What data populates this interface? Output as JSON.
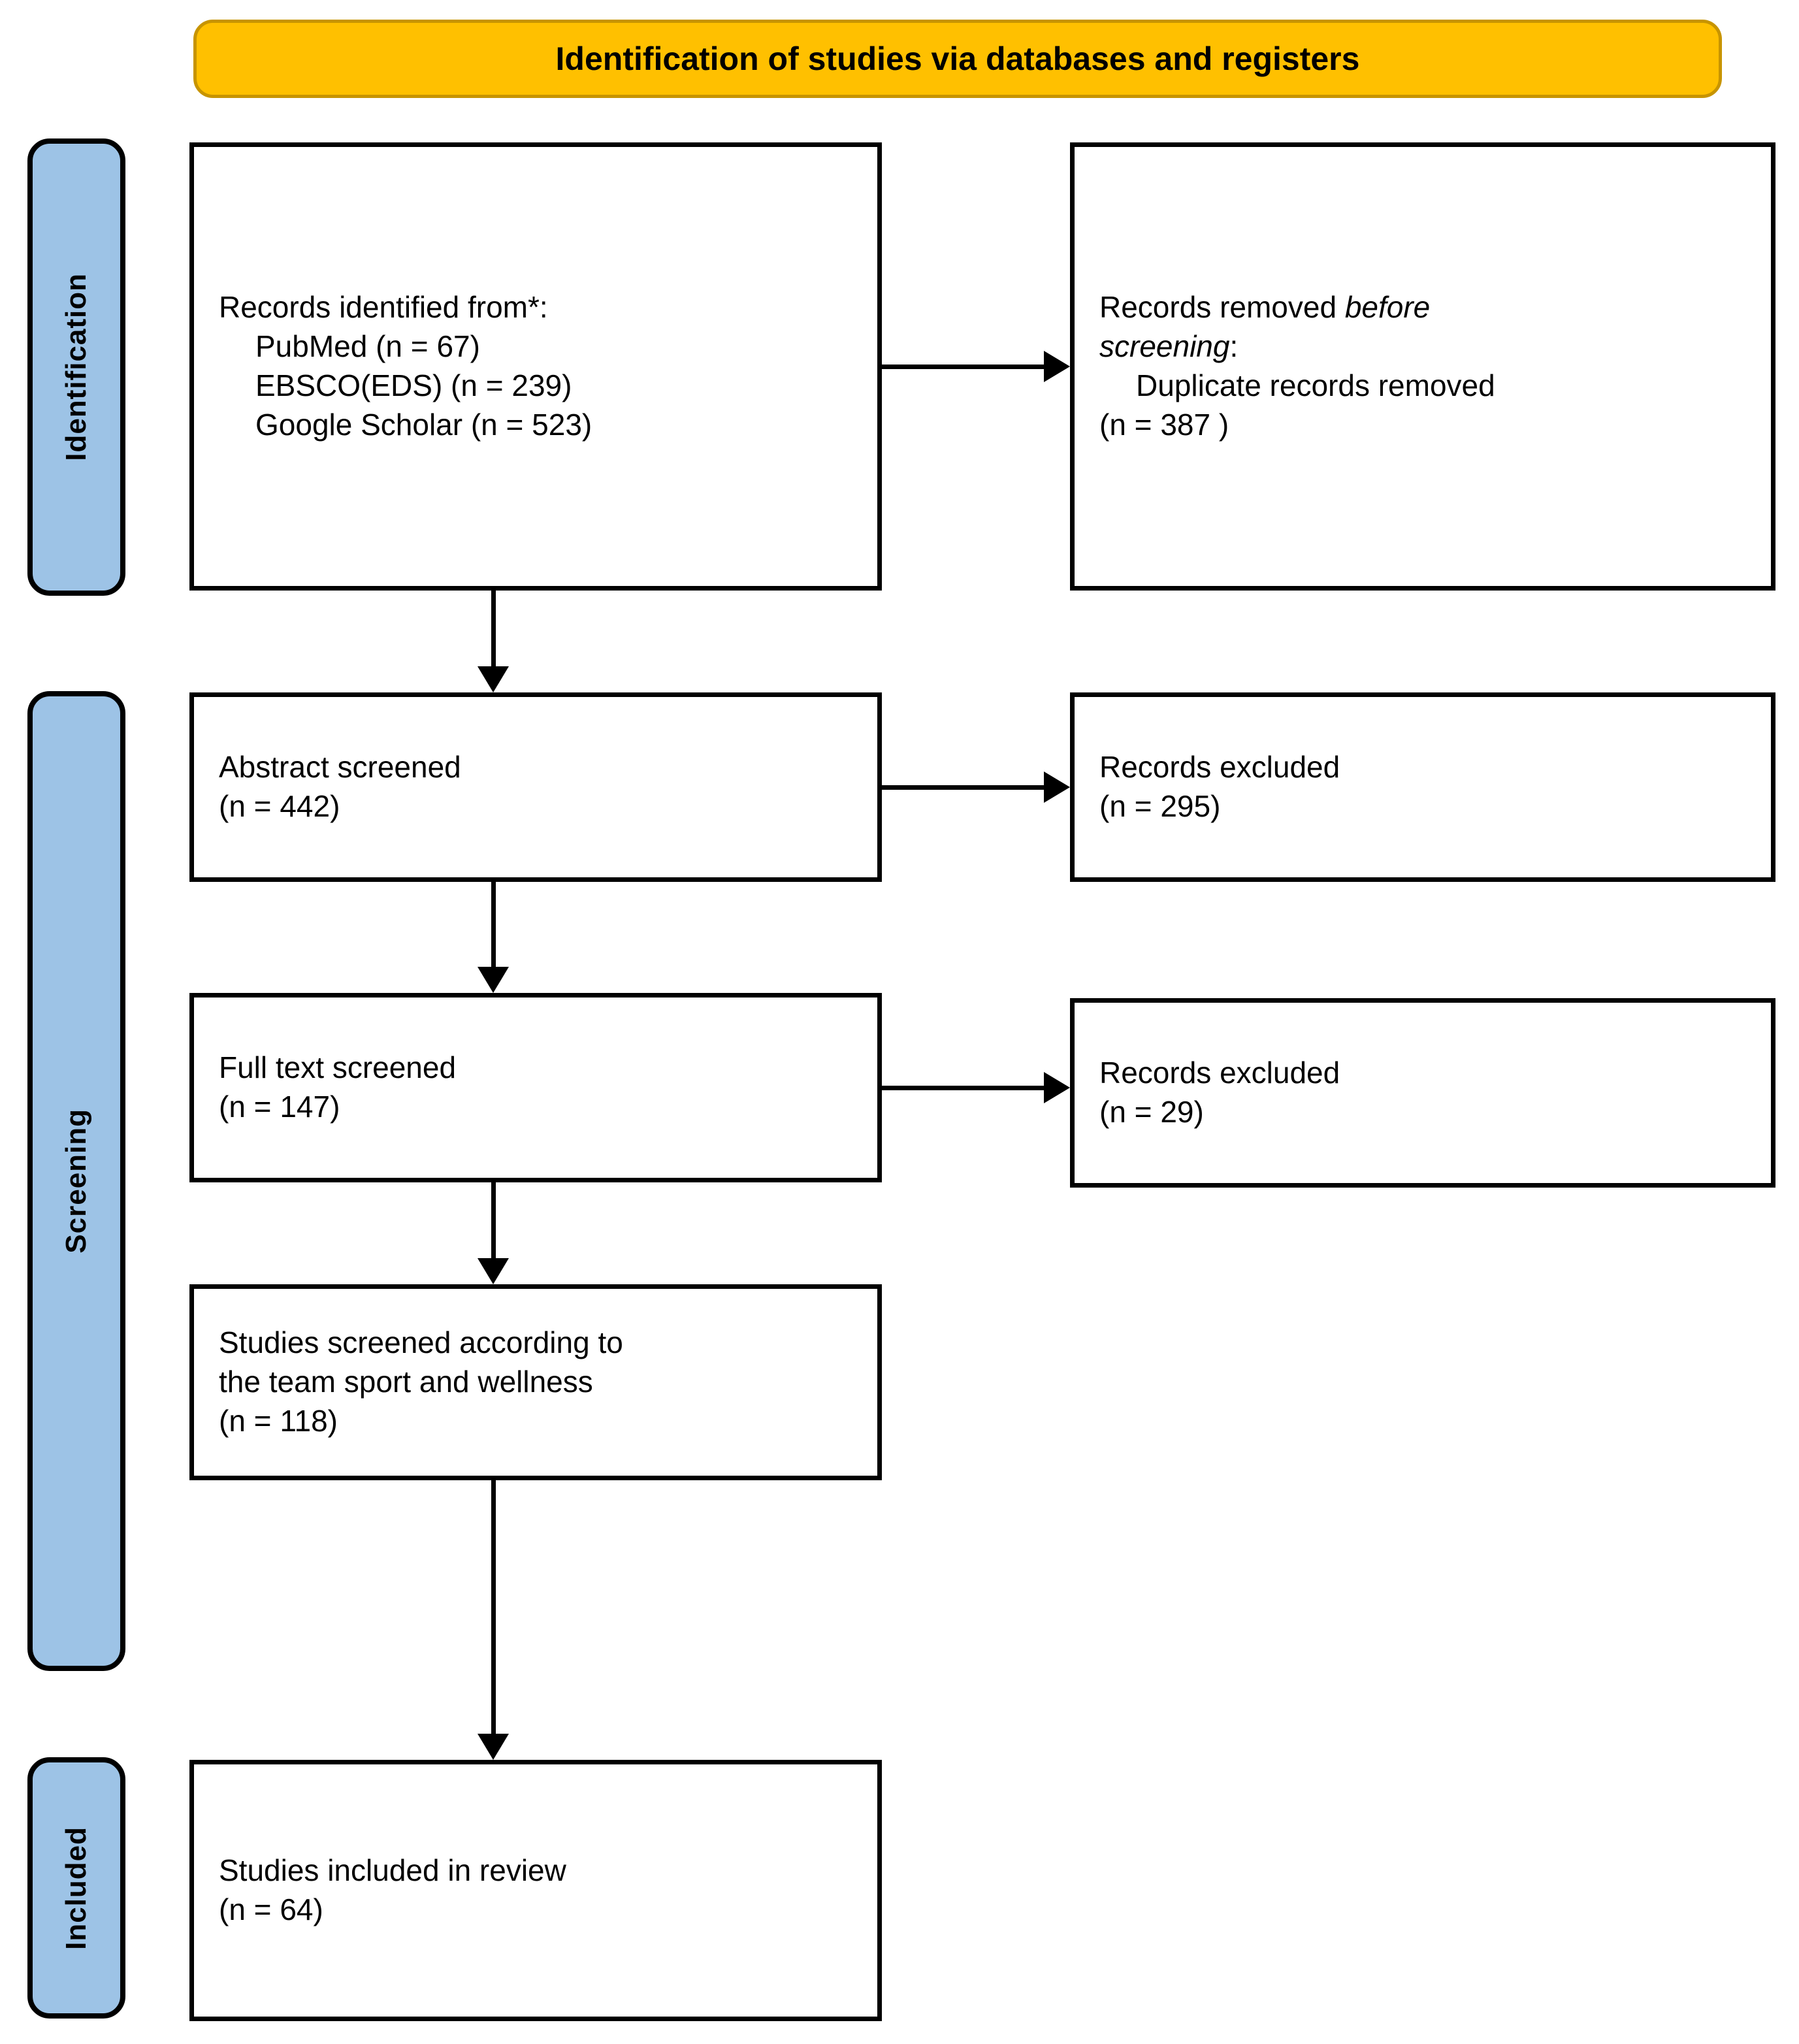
{
  "banner": {
    "title": "Identification of studies via databases and registers",
    "background_color": "#FFC000",
    "border_color": "#C79400"
  },
  "stages": [
    {
      "key": "identification",
      "label": "Identification",
      "color": "#9DC3E6"
    },
    {
      "key": "screening",
      "label": "Screening",
      "color": "#9DC3E6"
    },
    {
      "key": "included",
      "label": "Included",
      "color": "#9DC3E6"
    }
  ],
  "boxes": {
    "identified": {
      "line1": "Records identified from*:",
      "line2": "PubMed (n = 67)",
      "line3": "EBSCO(EDS) (n = 239)",
      "line4": "Google Scholar (n = 523)"
    },
    "removed": {
      "line1_a": "Records removed ",
      "line1_b": "before",
      "line2_a": "screening",
      "line2_b": ":",
      "line3": "Duplicate records removed",
      "line4": "(n = 387 )"
    },
    "abstract": {
      "line1": "Abstract screened",
      "line2": "(n = 442)"
    },
    "excluded_1": {
      "line1": "Records excluded",
      "line2": "(n = 295)"
    },
    "fulltext": {
      "line1": "Full text screened",
      "line2": "(n = 147)"
    },
    "excluded_2": {
      "line1": "Records excluded",
      "line2": "(n = 29)"
    },
    "teamsport": {
      "line1": "Studies screened according to",
      "line2": "the team sport and wellness",
      "line3": "(n = 118)"
    },
    "included": {
      "line1": "Studies included in review",
      "line2": "(n = 64)"
    }
  },
  "chart_data": {
    "type": "diagram",
    "title": "Identification of studies via databases and registers",
    "nodes": [
      {
        "id": "identified",
        "stage": "Identification",
        "label": "Records identified from*",
        "sources": [
          {
            "name": "PubMed",
            "n": 67
          },
          {
            "name": "EBSCO(EDS)",
            "n": 239
          },
          {
            "name": "Google Scholar",
            "n": 523
          }
        ]
      },
      {
        "id": "removed",
        "stage": "Identification",
        "label": "Records removed before screening: Duplicate records removed",
        "n": 387
      },
      {
        "id": "abstract",
        "stage": "Screening",
        "label": "Abstract screened",
        "n": 442
      },
      {
        "id": "excluded_1",
        "stage": "Screening",
        "label": "Records excluded",
        "n": 295
      },
      {
        "id": "fulltext",
        "stage": "Screening",
        "label": "Full text screened",
        "n": 147
      },
      {
        "id": "excluded_2",
        "stage": "Screening",
        "label": "Records excluded",
        "n": 29
      },
      {
        "id": "teamsport",
        "stage": "Screening",
        "label": "Studies screened according to the team sport and wellness",
        "n": 118
      },
      {
        "id": "included",
        "stage": "Included",
        "label": "Studies included in review",
        "n": 64
      }
    ],
    "edges": [
      {
        "from": "identified",
        "to": "removed",
        "direction": "right"
      },
      {
        "from": "identified",
        "to": "abstract",
        "direction": "down"
      },
      {
        "from": "abstract",
        "to": "excluded_1",
        "direction": "right"
      },
      {
        "from": "abstract",
        "to": "fulltext",
        "direction": "down"
      },
      {
        "from": "fulltext",
        "to": "excluded_2",
        "direction": "right"
      },
      {
        "from": "fulltext",
        "to": "teamsport",
        "direction": "down"
      },
      {
        "from": "teamsport",
        "to": "included",
        "direction": "down"
      }
    ]
  }
}
